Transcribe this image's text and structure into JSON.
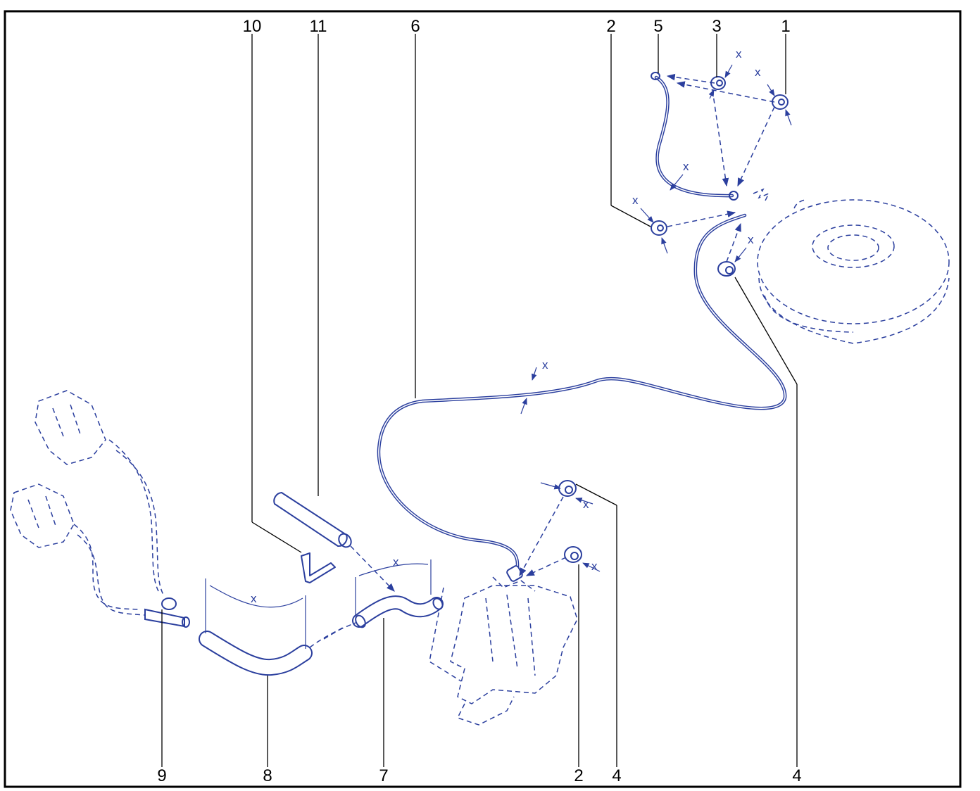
{
  "labels": {
    "top_10": "10",
    "top_11": "11",
    "top_6": "6",
    "top_2": "2",
    "top_5": "5",
    "top_3": "3",
    "top_1": "1",
    "bottom_9": "9",
    "bottom_8": "8",
    "bottom_7": "7",
    "bottom_2": "2",
    "bottom_4a": "4",
    "bottom_4b": "4"
  },
  "dimension_mark": "x",
  "colors": {
    "line": "#2b3f9e",
    "leader": "#000000",
    "background": "#ffffff"
  }
}
